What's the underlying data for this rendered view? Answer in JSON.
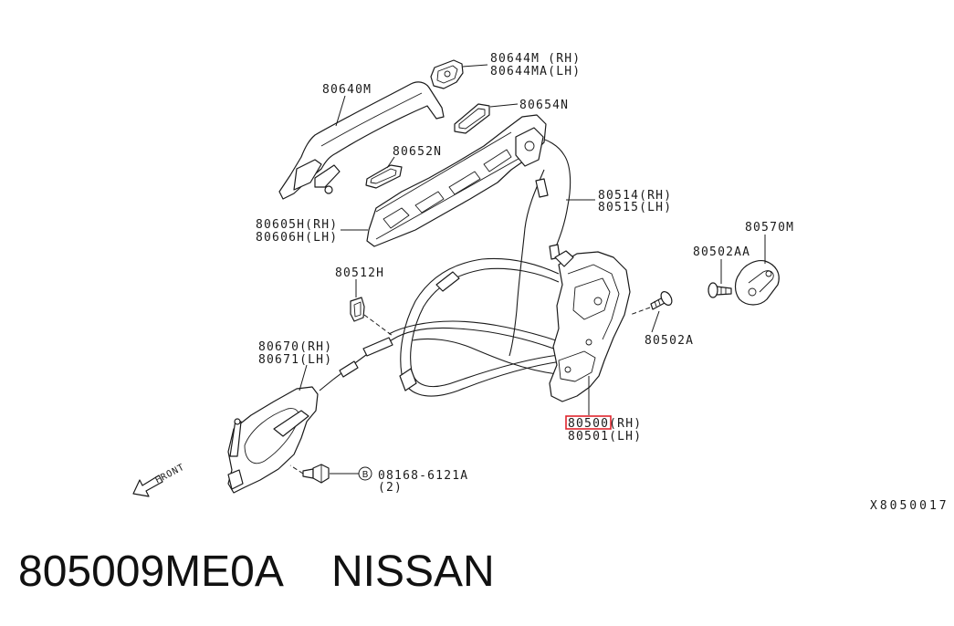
{
  "diagram": {
    "callouts": {
      "handle_cap": [
        "80644M (RH)",
        "80644MA(LH)"
      ],
      "outer_handle": "80640M",
      "handle_gasket_rear": "80654N",
      "handle_gasket_front": "80652N",
      "handle_rod": [
        "80514(RH)",
        "80515(LH)"
      ],
      "handle_bracket": [
        "80605H(RH)",
        "80606H(LH)"
      ],
      "striker": "80570M",
      "striker_screw": "80502AA",
      "cable_clip": "80512H",
      "lock_screw": "80502A",
      "inside_handle": [
        "80670(RH)",
        "80671(LH)"
      ],
      "door_lock": {
        "highlighted": "80500",
        "rh_suffix": "(RH)",
        "lh": "80501(LH)"
      },
      "bolt": {
        "circle_letter": "B",
        "part": "08168-6121A",
        "qty": "(2)"
      }
    },
    "front_label": "FRONT",
    "drawing_code": "X8050017",
    "colors": {
      "highlight": "#e0242c",
      "line": "#1a1a1a"
    }
  },
  "caption": {
    "part_number": "805009ME0A",
    "brand": "NISSAN"
  }
}
